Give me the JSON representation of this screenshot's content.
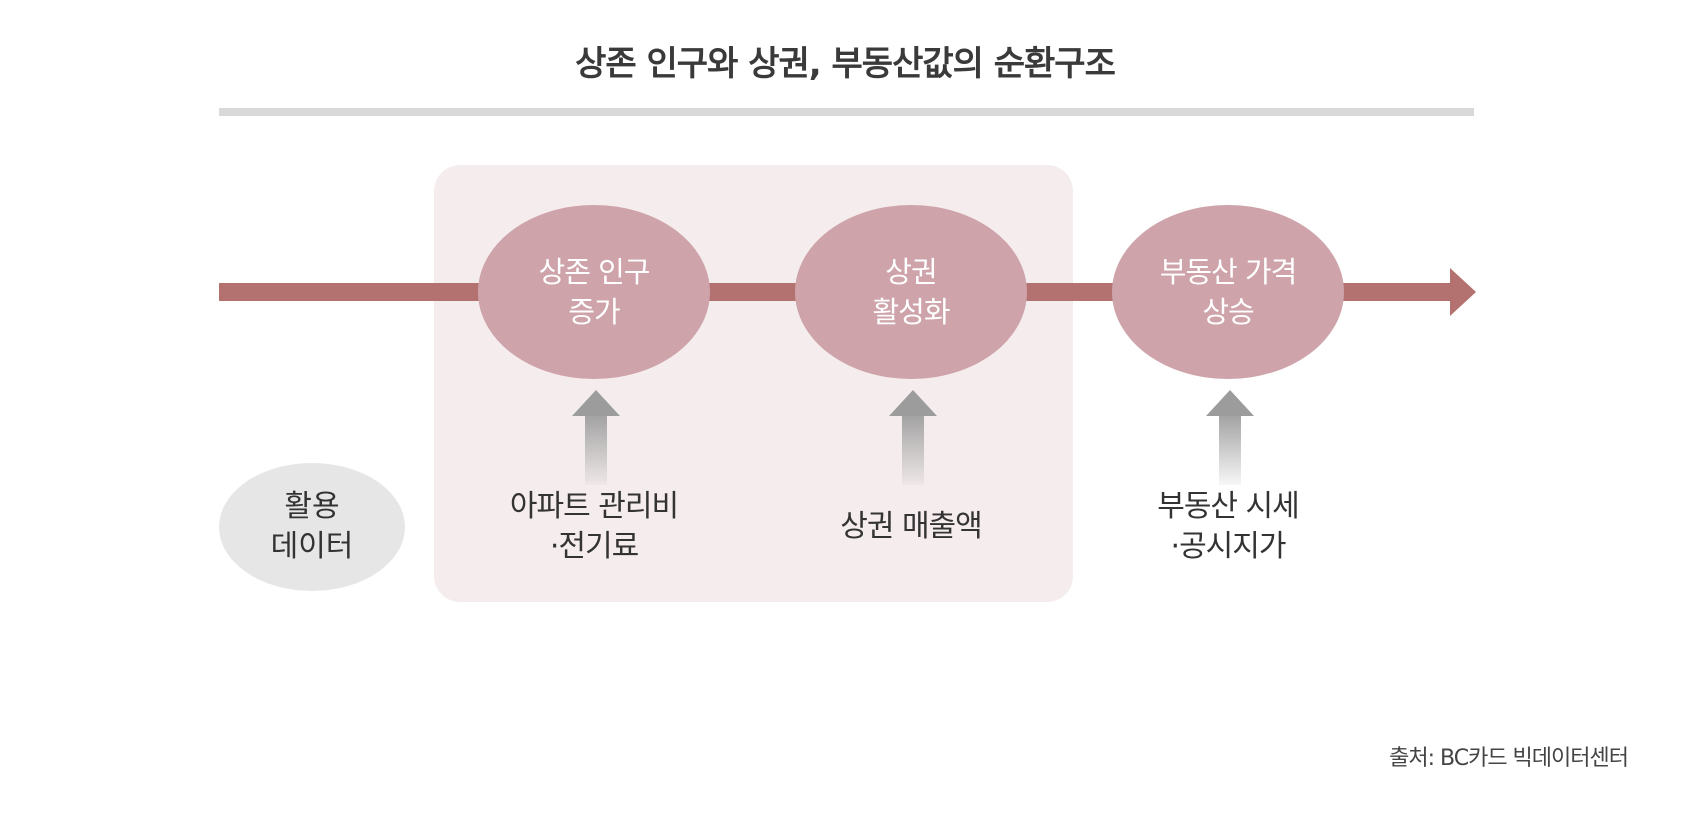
{
  "title": "상존 인구와 상권, 부동산값의 순환구조",
  "flow": {
    "nodes": [
      {
        "id": "resident-population",
        "label": "상존 인구\n증가"
      },
      {
        "id": "commercial-activation",
        "label": "상권\n활성화"
      },
      {
        "id": "real-estate-rise",
        "label": "부동산 가격\n상승"
      }
    ]
  },
  "data_sources": {
    "badge": "활용\n데이터",
    "items": [
      {
        "label": "아파트 관리비\n·전기료"
      },
      {
        "label": "상권 매출액"
      },
      {
        "label": "부동산 시세\n·공시지가"
      }
    ]
  },
  "source": "출처: BC카드 빅데이터센터",
  "colors": {
    "flow": "#b37270",
    "node": "#cea3aa",
    "panel": "#f5eced",
    "badge": "#e6e6e6",
    "rule": "#d9d9d9"
  }
}
